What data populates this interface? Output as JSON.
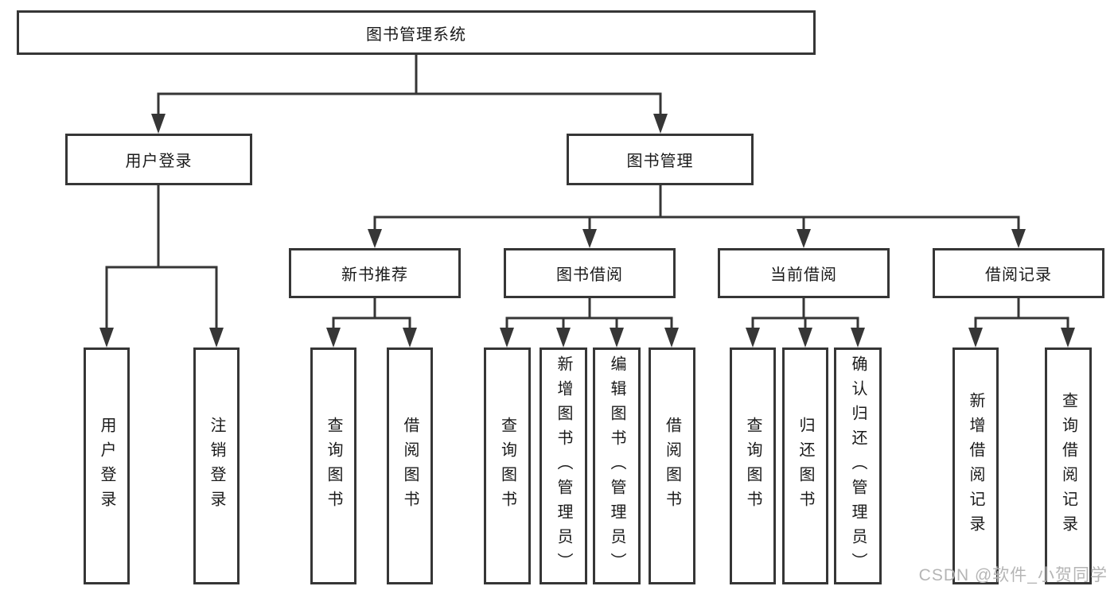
{
  "diagram": {
    "root": {
      "label": "图书管理系统",
      "children": [
        {
          "label": "用户登录",
          "children": [
            {
              "label": "用户登录"
            },
            {
              "label": "注销登录"
            }
          ]
        },
        {
          "label": "图书管理",
          "children": [
            {
              "label": "新书推荐",
              "children": [
                {
                  "label": "查询图书"
                },
                {
                  "label": "借阅图书"
                }
              ]
            },
            {
              "label": "图书借阅",
              "children": [
                {
                  "label": "查询图书"
                },
                {
                  "label": "新增图书（管理员）"
                },
                {
                  "label": "编辑图书（管理员）"
                },
                {
                  "label": "借阅图书"
                }
              ]
            },
            {
              "label": "当前借阅",
              "children": [
                {
                  "label": "查询图书"
                },
                {
                  "label": "归还图书"
                },
                {
                  "label": "确认归还（管理员）"
                }
              ]
            },
            {
              "label": "借阅记录",
              "children": [
                {
                  "label": "新增借阅记录"
                },
                {
                  "label": "查询借阅记录"
                }
              ]
            }
          ]
        }
      ]
    }
  },
  "colors": {
    "line": "#363636",
    "text": "#1a1a1a",
    "watermark": "#b5b5b5"
  },
  "watermark": "CSDN @软件_小贺同学"
}
